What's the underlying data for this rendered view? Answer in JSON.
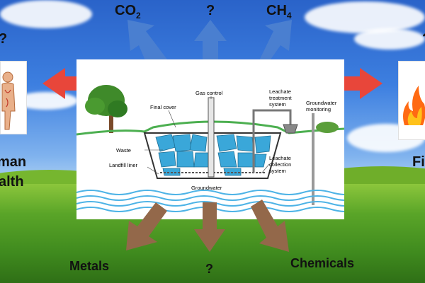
{
  "top_labels": {
    "left": "CO",
    "left_sub": "2",
    "center": "?",
    "right": "CH",
    "right_sub": "4"
  },
  "left_side": {
    "question": "?",
    "line1": "man",
    "line2": "alth"
  },
  "right_side": {
    "question": "?",
    "text": "Fi"
  },
  "bottom_labels": {
    "left": "Metals",
    "center": "?",
    "right": "Chemicals"
  },
  "diagram": {
    "final_cover": "Final cover",
    "gas_control": "Gas control",
    "leachate_treatment": [
      "Leachate",
      "treatment",
      "system"
    ],
    "groundwater_monitoring": [
      "Groundwater",
      "monitoring"
    ],
    "waste": "Waste",
    "landfill_liner": "Landfill liner",
    "leachate_collection": [
      "Leachate",
      "collection",
      "system"
    ],
    "groundwater": "Groundwater"
  },
  "colors": {
    "up_arrow": "#4a7fd0",
    "side_arrow": "#e8463a",
    "down_arrow": "#93684a",
    "waste_blocks": "#3aa7d9",
    "groundwater_waves": "#4db3e6"
  }
}
